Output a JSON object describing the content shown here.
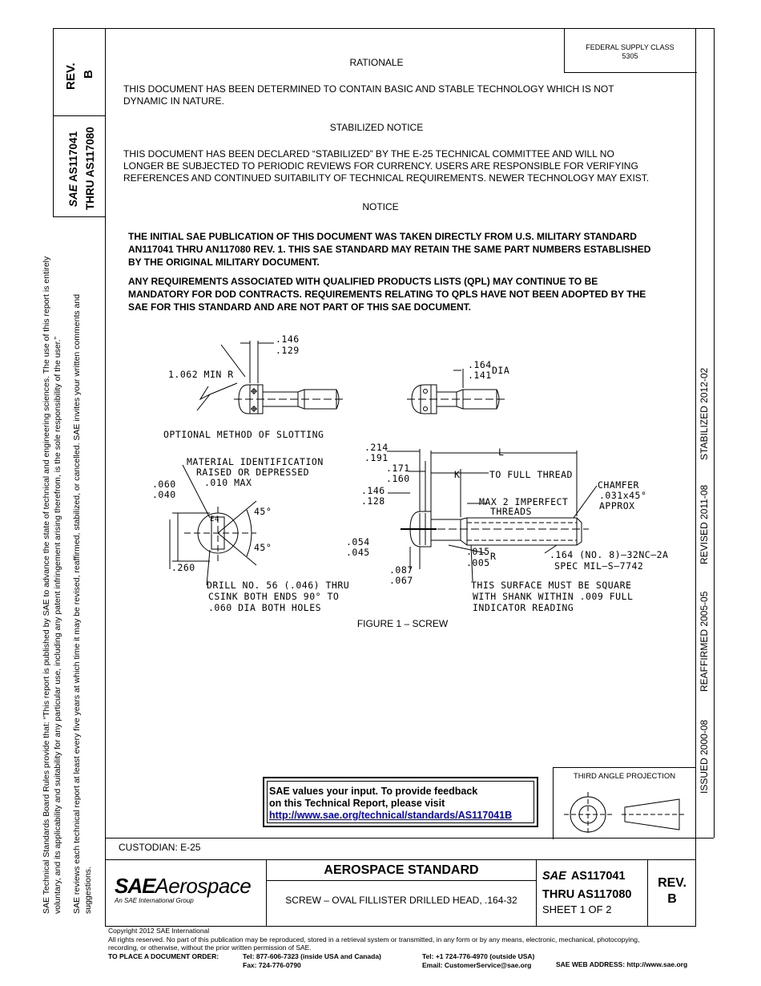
{
  "rev_box": {
    "label": "REV.",
    "value": "B"
  },
  "doc_number_box": {
    "logo": "SAE",
    "line1": "AS117041",
    "line2": "THRU AS117080"
  },
  "federal_supply": {
    "line1": "FEDERAL SUPPLY CLASS",
    "line2": "5305"
  },
  "rationale": {
    "heading": "RATIONALE",
    "body": [
      "THIS DOCUMENT HAS BEEN DETERMINED TO CONTAIN BASIC AND STABLE TECHNOLOGY WHICH IS NOT",
      "DYNAMIC IN NATURE."
    ]
  },
  "stabilized": {
    "heading": "STABILIZED NOTICE",
    "body": [
      "THIS DOCUMENT HAS BEEN DECLARED “STABILIZED” BY THE E-25 TECHNICAL COMMITTEE AND WILL NO",
      "LONGER BE SUBJECTED TO PERIODIC REVIEWS FOR CURRENCY.  USERS ARE RESPONSIBLE FOR VERIFYING",
      "REFERENCES AND CONTINUED SUITABILITY OF TECHNICAL REQUIREMENTS.  NEWER TECHNOLOGY MAY EXIST."
    ]
  },
  "notice": {
    "heading": "NOTICE",
    "para1": [
      "THE INITIAL SAE PUBLICATION OF THIS DOCUMENT WAS TAKEN DIRECTLY FROM U.S. MILITARY STANDARD",
      "AN117041 THRU AN117080 REV. 1. THIS SAE STANDARD MAY RETAIN THE SAME PART NUMBERS ESTABLISHED",
      "BY THE ORIGINAL MILITARY DOCUMENT."
    ],
    "para2": [
      "ANY REQUIREMENTS ASSOCIATED WITH QUALIFIED PRODUCTS LISTS (QPL) MAY CONTINUE TO BE",
      "MANDATORY FOR DOD CONTRACTS. REQUIREMENTS RELATING TO QPLS HAVE NOT BEEN ADOPTED BY THE",
      "SAE FOR THIS STANDARD AND ARE NOT PART OF THIS SAE DOCUMENT."
    ]
  },
  "figure": {
    "caption": "FIGURE 1 – SCREW",
    "labels": {
      "d146": ".146",
      "d129": ".129",
      "min_r": "1.062  MIN  R",
      "d164": ".164",
      "d141": ".141",
      "dia": "DIA",
      "optional": "OPTIONAL  METHOD  OF  SLOTTING",
      "d214": ".214",
      "d191": ".191",
      "d171": ".171",
      "d160": ".160",
      "L": "L",
      "K": "K",
      "full_thread": "TO  FULL  THREAD",
      "material1": "MATERIAL  IDENTIFICATION",
      "material2": "RAISED  OR  DEPRESSED",
      "material3": ".010  MAX",
      "d060": ".060",
      "d040": ".040",
      "d146b": ".146",
      "d128": ".128",
      "max2_1": "MAX  2  IMPERFECT",
      "max2_2": "THREADS",
      "chamfer1": "CHAMFER",
      "chamfer2": ".031x45°",
      "chamfer3": "APPROX",
      "deg45a": "45°",
      "deg45b": "45°",
      "e4": "E4",
      "d054": ".054",
      "d045": ".045",
      "d015": ".015",
      "R": "R",
      "d005": ".005",
      "thread1": ".164  (NO. 8)–32NC–2A",
      "thread2": "SPEC  MIL–S–7742",
      "d260": ".260",
      "d087": ".087",
      "d067": ".067",
      "drill1": "DRILL  NO.  56  (.046)  THRU",
      "drill2": "CSINK  BOTH  ENDS  90°  TO",
      "drill3": ".060  DIA  BOTH  HOLES",
      "surf1": "THIS  SURFACE  MUST  BE  SQUARE",
      "surf2": "WITH  SHANK  WITHIN  .009  FULL",
      "surf3": "INDICATOR  READING"
    }
  },
  "feedback": {
    "line1": "SAE values your input. To provide feedback",
    "line2": "on this Technical Report, please visit",
    "link": "http://www.sae.org/technical/standards/AS117041B"
  },
  "projection": {
    "label": "THIRD ANGLE PROJECTION"
  },
  "right_margin": {
    "stabilized": "STABILIZED 2012-02",
    "revised": "REVISED 2011-08",
    "reaffirmed": "REAFFIRMED 2005-05",
    "issued": "ISSUED 2000-08"
  },
  "left_margin": {
    "l1": "SAE Technical Standards Board Rules provide that: “This report is published by SAE to advance the state of technical and engineering sciences. The use of this report is entirely",
    "l2": "voluntary, and its applicability and suitability for any particular use, including any patent infringement arising therefrom, is the sole responsibility of the user.”",
    "l3": "SAE reviews each technical report at least every five years at which time it may be revised, reaffirmed, stabilized, or cancelled. SAE invites your written comments and",
    "l4": "suggestions."
  },
  "title_block": {
    "custodian": "CUSTODIAN: E-25",
    "logo_main": "SAE",
    "logo_word": "Aerospace",
    "logo_sub": "An SAE International Group",
    "standard": "AEROSPACE STANDARD",
    "description": "SCREW – OVAL FILLISTER DRILLED HEAD, .164-32",
    "sae_small": "SAE",
    "num1": "AS117041",
    "num2": "THRU AS117080",
    "sheet": "SHEET 1 OF 2",
    "rev_label": "REV.",
    "rev_value": "B"
  },
  "footer": {
    "copyright": "Copyright 2012 SAE International",
    "rights1": "All rights reserved. No part of this publication may be reproduced, stored in a retrieval system or transmitted, in any form or by any means, electronic, mechanical, photocopying,",
    "rights2": "recording, or otherwise, without the prior written permission of SAE.",
    "order_label": "TO PLACE A DOCUMENT ORDER:",
    "tel1": "Tel: 877-606-7323 (inside USA and Canada)",
    "fax": "Fax: 724-776-0790",
    "tel2": "Tel: +1 724-776-4970 (outside USA)",
    "email": "Email: CustomerService@sae.org",
    "web": "SAE WEB ADDRESS: http://www.sae.org"
  }
}
